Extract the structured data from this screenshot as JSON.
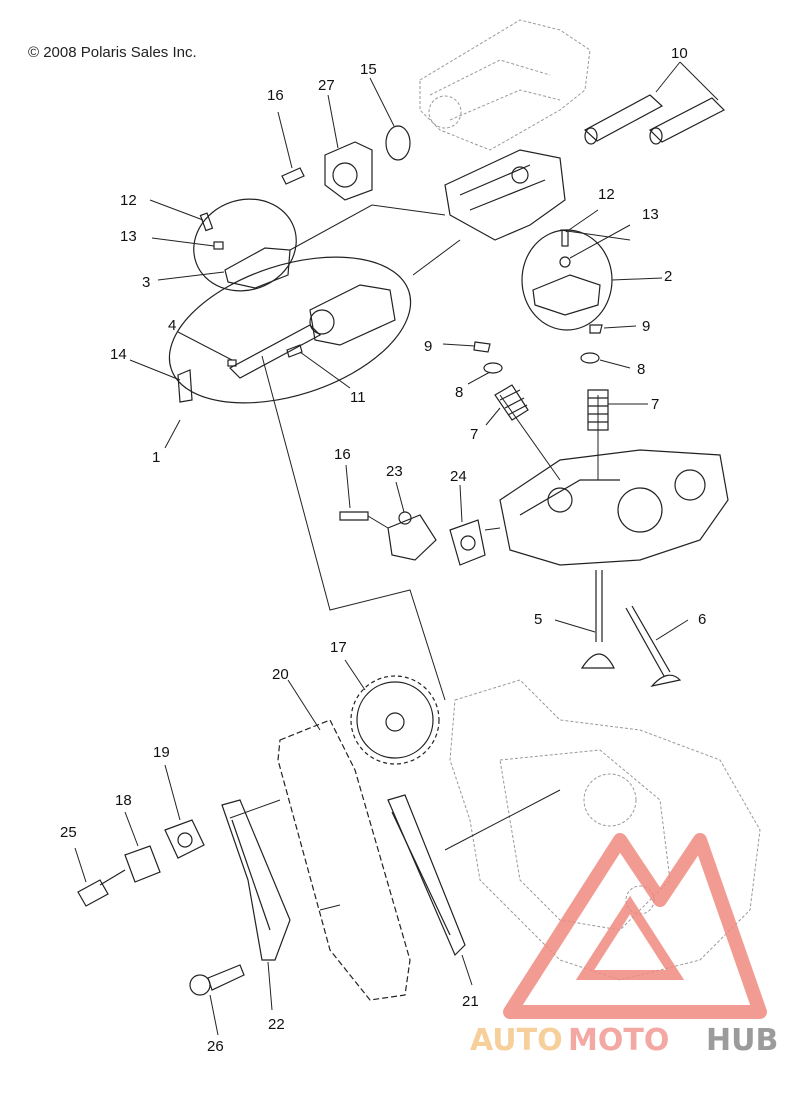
{
  "copyright": "© 2008 Polaris Sales Inc.",
  "callouts": {
    "c10": "10",
    "c16a": "16",
    "c27": "27",
    "c15": "15",
    "c12a": "12",
    "c13a": "13",
    "c3": "3",
    "c12b": "12",
    "c13b": "13",
    "c2": "2",
    "c4": "4",
    "c14": "14",
    "c11": "11",
    "c1": "1",
    "c9a": "9",
    "c9b": "9",
    "c8a": "8",
    "c8b": "8",
    "c7a": "7",
    "c7b": "7",
    "c16b": "16",
    "c23": "23",
    "c24": "24",
    "c5": "5",
    "c6": "6",
    "c17": "17",
    "c20": "20",
    "c19": "19",
    "c18": "18",
    "c25": "25",
    "c21": "21",
    "c22": "22",
    "c26": "26"
  },
  "watermark": {
    "part1": "AUTO",
    "part2": "MOTO",
    "part3": "HUB",
    "colors": {
      "auto": "#f6c78a",
      "moto": "#f19a93",
      "hub": "#8a8a8a",
      "triangle": "#f08a80"
    }
  }
}
